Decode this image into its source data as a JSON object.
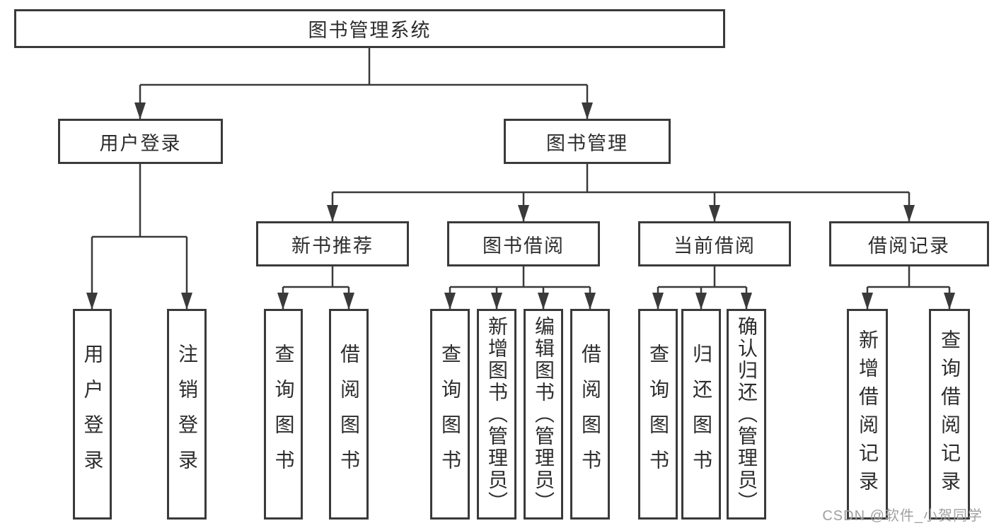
{
  "diagram": {
    "root": {
      "label": "图书管理系统"
    },
    "branches": [
      {
        "label": "用户登录",
        "children": [
          {
            "label": "用户登录"
          },
          {
            "label": "注销登录"
          }
        ]
      },
      {
        "label": "图书管理",
        "groups": [
          {
            "label": "新书推荐",
            "children": [
              {
                "label": "查询图书"
              },
              {
                "label": "借阅图书"
              }
            ]
          },
          {
            "label": "图书借阅",
            "children": [
              {
                "label": "查询图书"
              },
              {
                "label": "新增图书（管理员）"
              },
              {
                "label": "编辑图书（管理员）"
              },
              {
                "label": "借阅图书"
              }
            ]
          },
          {
            "label": "当前借阅",
            "children": [
              {
                "label": "查询图书"
              },
              {
                "label": "归还图书"
              },
              {
                "label": "确认归还（管理员）"
              }
            ]
          },
          {
            "label": "借阅记录",
            "children": [
              {
                "label": "新增借阅记录"
              },
              {
                "label": "查询借阅记录"
              }
            ]
          }
        ]
      }
    ]
  },
  "watermark": {
    "text": "CSDN @软件_小贺同学"
  },
  "colors": {
    "line": "#3a3a3a",
    "border": "#3a3a3a",
    "text": "#2d2d2d",
    "watermark": "#a0a0a0",
    "background": "#ffffff"
  }
}
